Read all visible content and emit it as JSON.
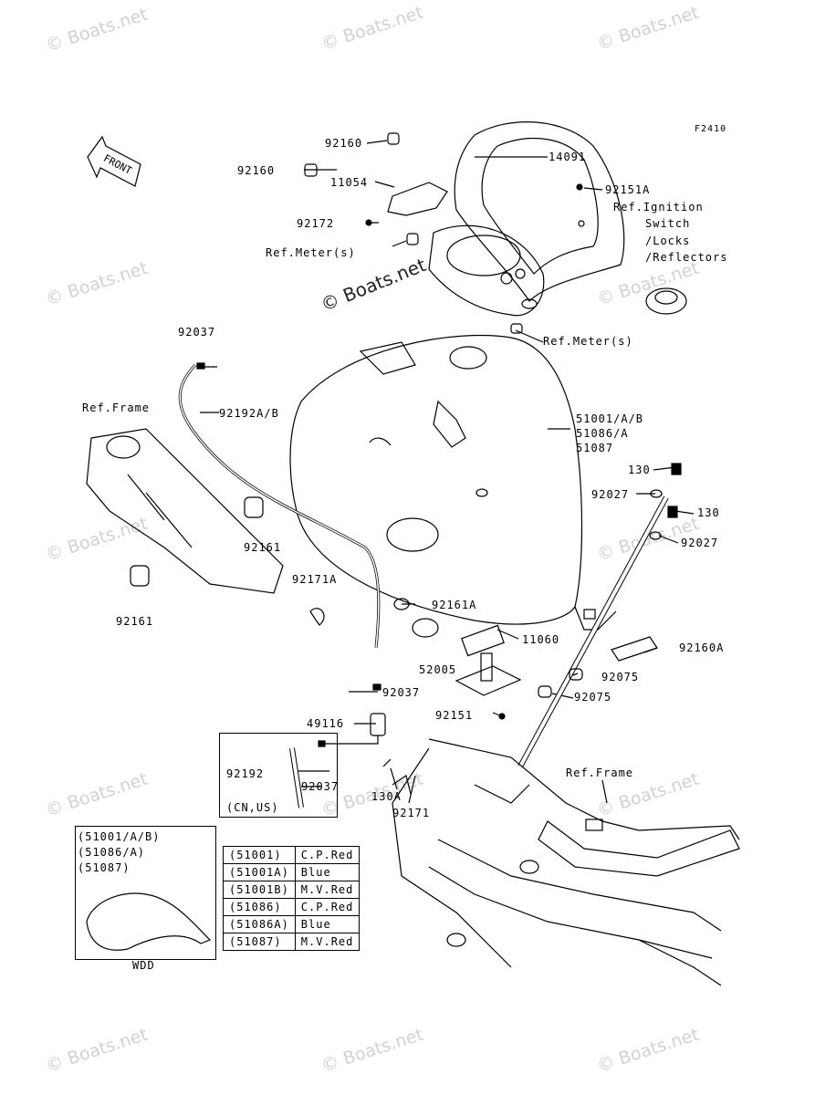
{
  "watermark": "© Boats.net",
  "figure_code": "F2410",
  "front_label": "FRONT",
  "parts": {
    "p14091": "14091",
    "p92160_top": "92160",
    "p92160_left": "92160",
    "p11054": "11054",
    "p92151A": "92151A",
    "p92172": "92172",
    "ref_ignition": [
      "Ref.Ignition",
      "Switch",
      "/Locks",
      "/Reflectors"
    ],
    "ref_meter_left": "Ref.Meter(s)",
    "ref_meter_right": "Ref.Meter(s)",
    "p92037_top": "92037",
    "p92192AB": "92192A/B",
    "ref_frame_left": "Ref.Frame",
    "tank_numbers": [
      "51001/A/B",
      "51086/A",
      "51087"
    ],
    "p130_a": "130",
    "p92027_a": "92027",
    "p130_b": "130",
    "p92027_b": "92027",
    "p92161_right": "92161",
    "p92161_left": "92161",
    "p92171A": "92171A",
    "p92161A": "92161A",
    "p11060": "11060",
    "p92160A": "92160A",
    "p52005": "52005",
    "p92075_a": "92075",
    "p92075_b": "92075",
    "p92037_mid": "92037",
    "p92151": "92151",
    "p49116": "49116",
    "p92192": "92192",
    "p92037_box": "92037",
    "cn_us": "(CN,US)",
    "p130A": "130A",
    "p92171": "92171",
    "ref_frame_right": "Ref.Frame"
  },
  "inset": {
    "lines": [
      "(51001/A/B)",
      "(51086/A)",
      "(51087)"
    ],
    "caption": "WDD"
  },
  "color_table": [
    {
      "code": "(51001)",
      "color": "C.P.Red"
    },
    {
      "code": "(51001A)",
      "color": "Blue"
    },
    {
      "code": "(51001B)",
      "color": "M.V.Red"
    },
    {
      "code": "(51086)",
      "color": "C.P.Red"
    },
    {
      "code": "(51086A)",
      "color": "Blue"
    },
    {
      "code": "(51087)",
      "color": "M.V.Red"
    }
  ]
}
